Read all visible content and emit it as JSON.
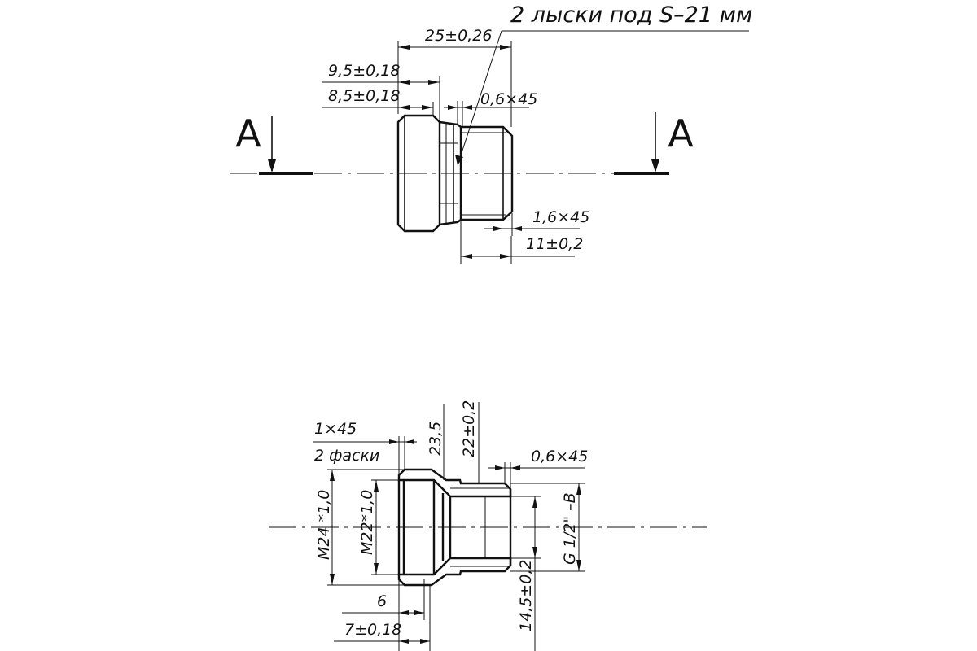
{
  "top_view": {
    "section_mark_left": "A",
    "section_mark_right": "A",
    "flats_note": "2 лыски под S–21 мм",
    "dim_total_length": "25±0,26",
    "dim_9_5": "9,5±0,18",
    "dim_8_5": "8,5±0,18",
    "dim_chamfer_06": "0,6×45",
    "dim_chamfer_16": "1,6×45",
    "dim_11": "11±0,2"
  },
  "section_view": {
    "dim_chamfer_1": "1×45",
    "dim_chamfer_1_count": "2 фаски",
    "dim_23_5": "23,5",
    "dim_22": "22±0,2",
    "dim_chamfer_06": "0,6×45",
    "dim_m24": "М24 *1,0",
    "dim_m22": "М22*1,0",
    "dim_thread_g": "G 1/2\" –B",
    "dim_6": "6",
    "dim_14_5": "14,5±0,2",
    "dim_7": "7±0,18"
  }
}
